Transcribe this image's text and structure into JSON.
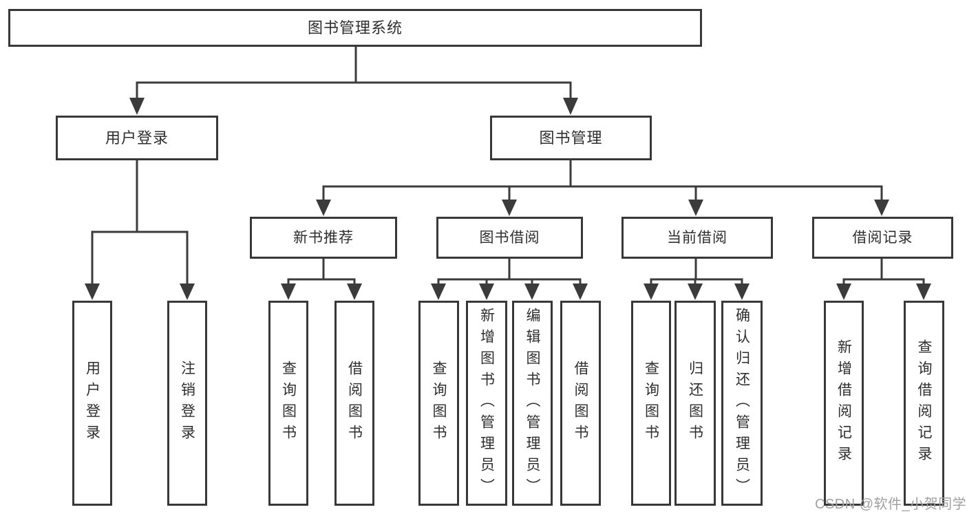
{
  "title": "图书管理系统",
  "watermark": "CSDN @软件_小贺同学",
  "colors": {
    "line": "#3b3b3b",
    "border": "#383838",
    "text": "#2e2e2e",
    "watermark": "#a0a0a0",
    "background": "#ffffff"
  },
  "branches": {
    "user": {
      "label": "用户登录",
      "children": [
        "用户登录",
        "注销登录"
      ]
    },
    "book": {
      "label": "图书管理",
      "sections": [
        {
          "label": "新书推荐",
          "children": [
            "查询图书",
            "借阅图书"
          ]
        },
        {
          "label": "图书借阅",
          "children": [
            "查询图书",
            "新增图书（管理员）",
            "编辑图书（管理员）",
            "借阅图书"
          ]
        },
        {
          "label": "当前借阅",
          "children": [
            "查询图书",
            "归还图书",
            "确认归还（管理员）"
          ]
        },
        {
          "label": "借阅记录",
          "children": [
            "新增借阅记录",
            "查询借阅记录"
          ]
        }
      ]
    }
  }
}
